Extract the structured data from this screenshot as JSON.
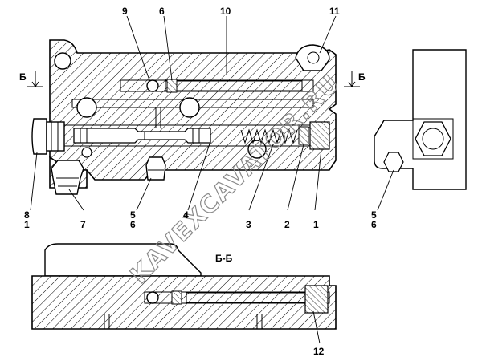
{
  "section_marks": {
    "left": "Б",
    "right": "Б",
    "view_title": "Б-Б"
  },
  "callouts": {
    "c9": "9",
    "c6": "6",
    "c10": "10",
    "c11": "11",
    "c8": "8",
    "c1a": "1",
    "c7": "7",
    "c5a": "5",
    "c6a": "6",
    "c4": "4",
    "c3": "3",
    "c2": "2",
    "c1b": "1",
    "c5b": "5",
    "c6b": "6",
    "c12": "12"
  },
  "watermark": "KAVEXCAVATOR.RU"
}
